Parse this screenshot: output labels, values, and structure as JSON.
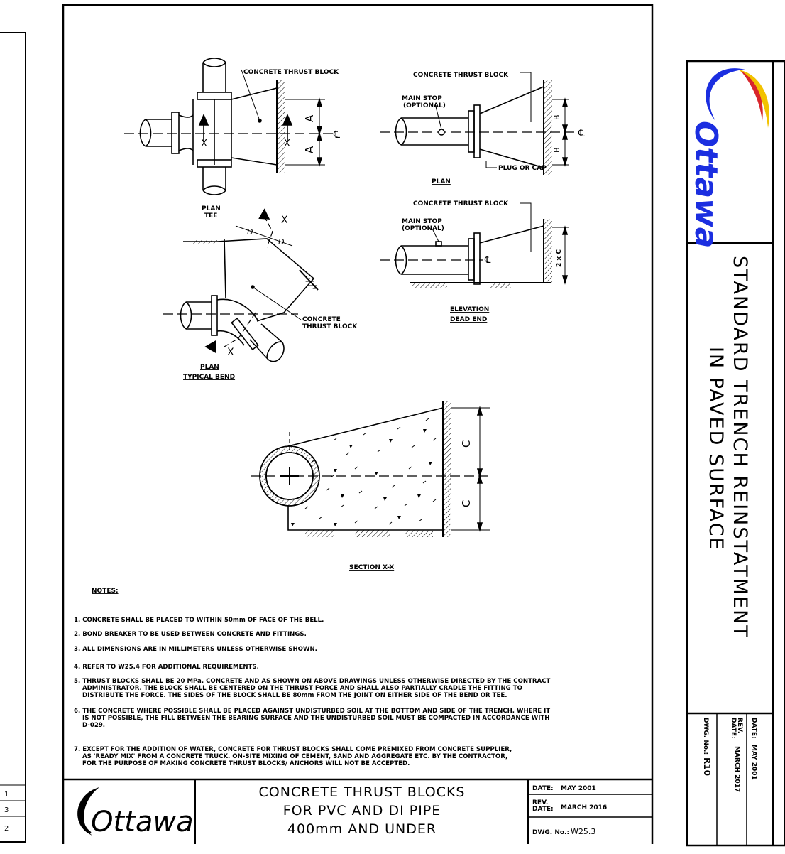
{
  "left_sheet": {
    "numbers": [
      "1",
      "3",
      "2"
    ]
  },
  "drawing": {
    "labels": {
      "concrete_thrust_block_tee": "CONCRETE THRUST BLOCK",
      "plan_tee_1": "PLAN",
      "plan_tee_2": "TEE",
      "dim_a": "A",
      "dim_x": "X",
      "centerline": "℄",
      "concrete_thrust_block_plan": "CONCRETE THRUST BLOCK",
      "main_stop_1": "MAIN STOP",
      "main_stop_2": "(OPTIONAL)",
      "plug_or_cap": "PLUG OR CAP",
      "plan": "PLAN",
      "dim_b": "B",
      "concrete_thrust_block_elev": "CONCRETE THRUST BLOCK",
      "main_stop_elev_1": "MAIN STOP",
      "main_stop_elev_2": "(OPTIONAL)",
      "dim_2xc": "2 x C",
      "elevation": "ELEVATION",
      "dead_end": "DEAD END",
      "dim_d": "D",
      "concrete_bend_1": "CONCRETE",
      "concrete_bend_2": "THRUST BLOCK",
      "plan_bend": "PLAN",
      "typical_bend": "TYPICAL BEND",
      "dim_c": "C",
      "section": "SECTION X-X"
    },
    "notes_heading": "NOTES:",
    "notes": [
      [
        "1. CONCRETE SHALL BE PLACED TO WITHIN 50mm OF FACE OF THE BELL."
      ],
      [
        "2. BOND BREAKER TO BE USED BETWEEN CONCRETE AND FITTINGS."
      ],
      [
        "3. ALL DIMENSIONS ARE IN MILLIMETERS UNLESS OTHERWISE SHOWN."
      ],
      [
        "4. REFER TO W25.4 FOR ADDITIONAL REQUIREMENTS."
      ],
      [
        "5. THRUST BLOCKS SHALL BE 20 MPa. CONCRETE AND AS SHOWN ON ABOVE DRAWINGS UNLESS OTHERWISE DIRECTED BY THE CONTRACT",
        "ADMINISTRATOR. THE BLOCK SHALL BE CENTERED ON THE THRUST FORCE AND SHALL  ALSO PARTIALLY CRADLE THE FITTING TO",
        "DISTRIBUTE THE FORCE. THE SIDES OF THE BLOCK SHALL BE 80mm FROM THE JOINT ON EITHER SIDE OF THE BEND OR TEE."
      ],
      [
        "6. THE CONCRETE WHERE POSSIBLE SHALL BE PLACED AGAINST UNDISTURBED SOIL AT THE BOTTOM AND SIDE OF THE TRENCH. WHERE IT",
        "IS NOT POSSIBLE, THE FILL BETWEEN THE BEARING SURFACE AND THE UNDISTURBED SOIL MUST BE COMPACTED IN ACCORDANCE WITH",
        "D-029."
      ],
      [
        "7. EXCEPT FOR THE ADDITION OF WATER, CONCRETE FOR THRUST BLOCKS SHALL COME PREMIXED FROM CONCRETE SUPPLIER,",
        "AS 'READY MIX' FROM A CONCRETE TRUCK. ON-SITE MIXING OF CEMENT, SAND AND AGGREGATE ETC. BY THE CONTRACTOR,",
        "FOR THE PURPOSE OF MAKING CONCRETE THRUST BLOCKS/ ANCHORS WILL NOT BE ACCEPTED."
      ]
    ]
  },
  "title_block": {
    "logo_text": "Ottawa",
    "title_lines": [
      "CONCRETE  THRUST  BLOCKS",
      "FOR  PVC  AND  DI  PIPE",
      "400mm  AND  UNDER"
    ],
    "date_label": "DATE:",
    "date_value": "MAY 2001",
    "rev_label_1": "REV.",
    "rev_label_2": "DATE:",
    "rev_value": "MARCH 2016",
    "dwg_label": "DWG. No.:",
    "dwg_value": "W25.3"
  },
  "right_sheet": {
    "logo_text": "Ottawa",
    "title_lines": [
      "STANDARD  TRENCH  REINSTATMENT",
      "IN  PAVED  SURFACE"
    ],
    "date_label": "DATE:",
    "date_value": "MAY 2001",
    "rev_label_1": "REV.",
    "rev_label_2": "DATE:",
    "rev_value": "MARCH 2017",
    "dwg_label": "DWG. No.:",
    "dwg_value": "R10"
  },
  "colors": {
    "logo_blue": "#1b2ee0",
    "logo_yellow": "#f2c200",
    "logo_red": "#d8262c"
  }
}
